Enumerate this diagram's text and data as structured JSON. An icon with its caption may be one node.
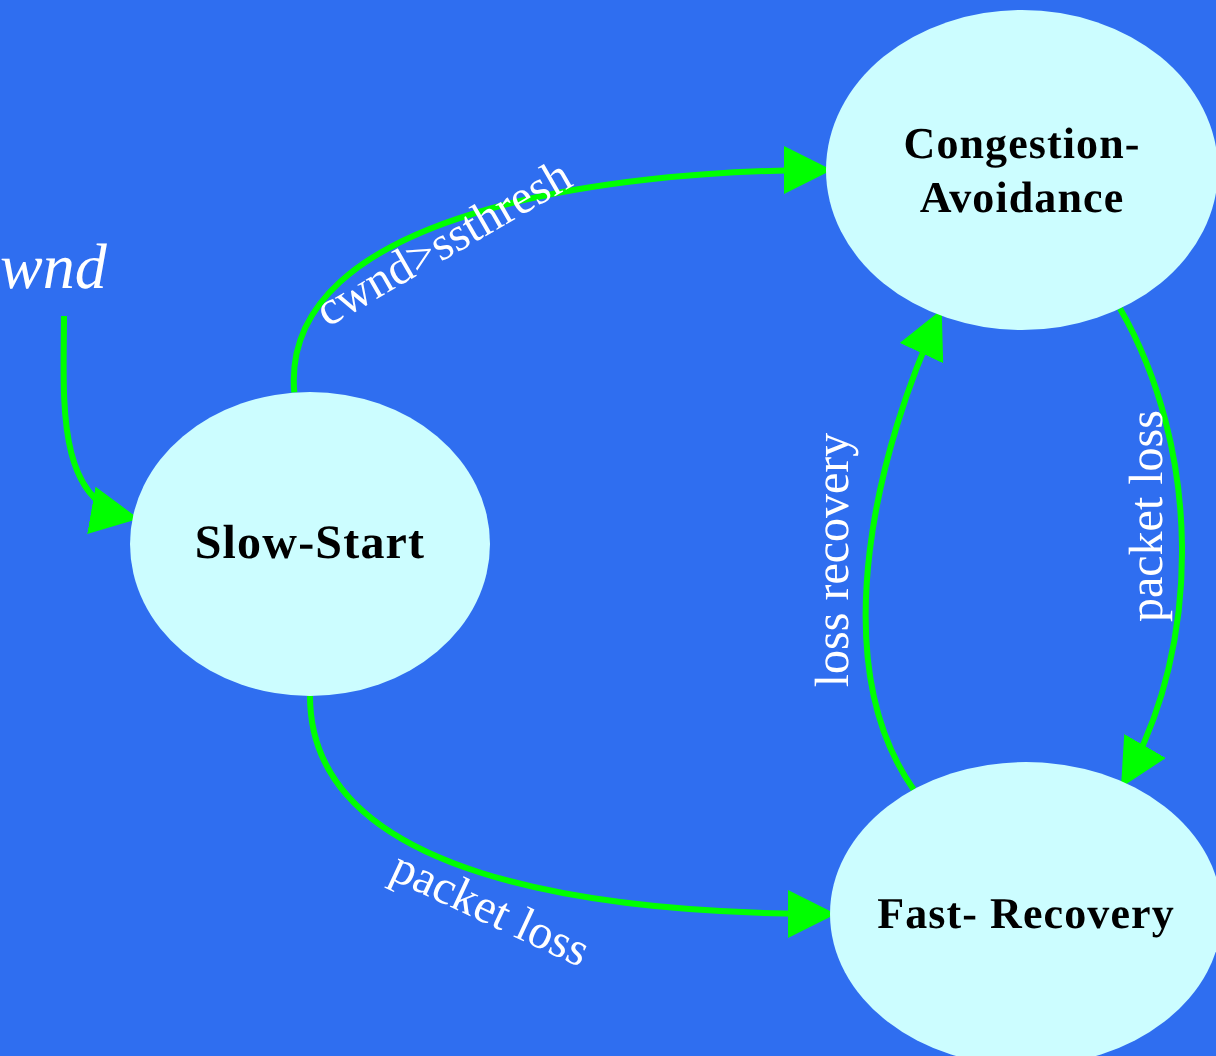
{
  "diagram": {
    "nodes": [
      {
        "text": [
          "wnd"
        ]
      },
      {
        "text": [
          "Slow-Start"
        ]
      },
      {
        "text": [
          "Congestion- Avoidance"
        ]
      },
      {
        "text": [
          "Fast- Recovery"
        ]
      }
    ],
    "edges": [
      {
        "from": 0,
        "to": 1,
        "arrow": "to"
      },
      {
        "from": 1,
        "to": 2,
        "arrow": "to",
        "label": "cwnd>ssthresh"
      },
      {
        "from": 2,
        "to": 3,
        "arrow": "to",
        "label": "packet loss"
      },
      {
        "from": 3,
        "to": 2,
        "arrow": "to",
        "label": "loss recovery"
      },
      {
        "from": 1,
        "to": 3,
        "arrow": "to",
        "label": "packet loss"
      }
    ]
  }
}
